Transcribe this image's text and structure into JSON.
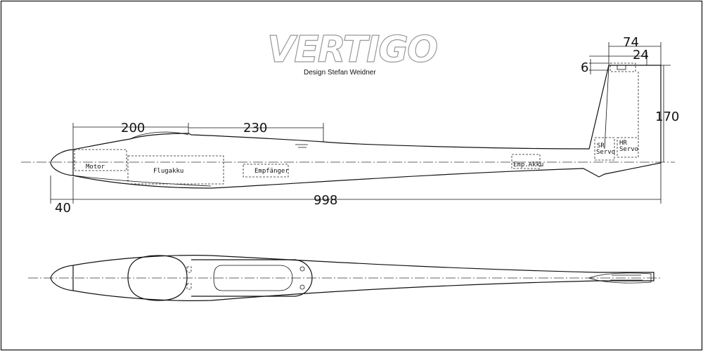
{
  "logo": {
    "text": "VERTIGO"
  },
  "credit": {
    "text": "Design  Stefan Weidner"
  },
  "dimensions": {
    "fuselage_front": "200",
    "canopy": "230",
    "total_length": "998",
    "nose_offset": "40",
    "fin_height": "170",
    "fin_top_chord": "74",
    "fin_top_inner": "24",
    "fin_top_thickness": "6"
  },
  "components": {
    "motor": "Motor",
    "flight_battery": "Flugakku",
    "receiver": "Empfänger",
    "receiver_battery": "Emp.Akku",
    "rudder_servo_top": "SR",
    "rudder_servo_bottom": "Servo",
    "elevator_servo_top": "HR",
    "elevator_servo_bottom": "Servo"
  },
  "colors": {
    "ink": "#111111",
    "logo_outline": "#999999",
    "background": "#ffffff"
  }
}
